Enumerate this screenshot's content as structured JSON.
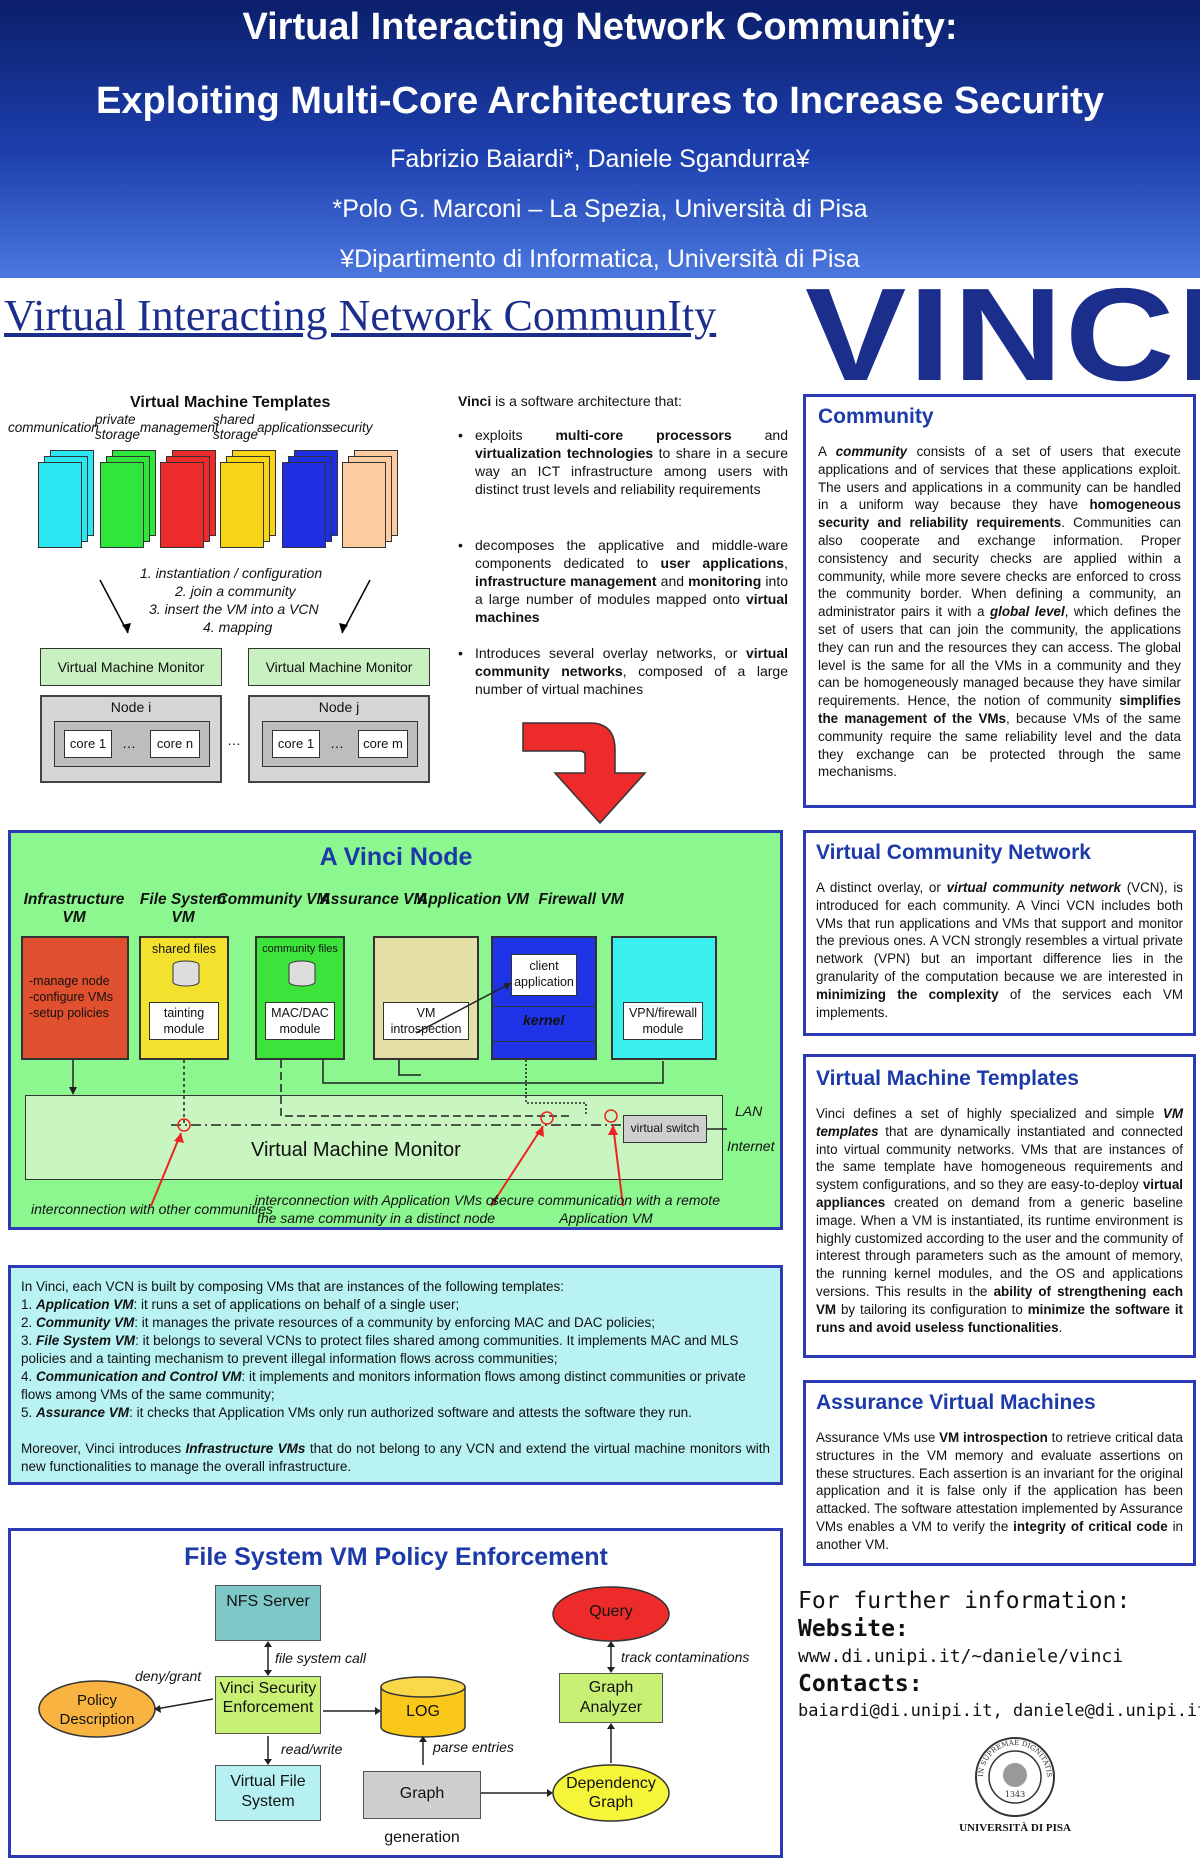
{
  "header": {
    "title_line1": "Virtual Interacting Network Community:",
    "title_line2": "Exploiting Multi-Core Architectures to Increase Security",
    "authors": "Fabrizio Baiardi*, Daniele Sgandurra¥",
    "affil1": "*Polo G. Marconi – La Spezia, Università di Pisa",
    "affil2": "¥Dipartimento di Informatica, Università di Pisa"
  },
  "banner": "Virtual Interacting Network CommunIty",
  "logo": "VINCI",
  "templates_diagram": {
    "title": "Virtual Machine Templates",
    "labels": [
      "communication",
      "private storage",
      "management",
      "shared storage",
      "applications",
      "security"
    ],
    "colors": [
      "#29e6f0",
      "#2ee63c",
      "#ee2b2b",
      "#f7d416",
      "#1d2fe0",
      "#fccca0"
    ],
    "steps": [
      "1.  instantiation / configuration",
      "2. join a community",
      "3. insert the VM into a VCN",
      "4. mapping"
    ],
    "vmm": "Virtual Machine Monitor",
    "node_i": "Node i",
    "node_j": "Node j",
    "core1": "core 1",
    "core_n": "core n",
    "core_m": "core m",
    "dots": "…"
  },
  "intro": {
    "lead_b": "Vinci",
    "lead": " is a software architecture that:",
    "b1": [
      {
        "t": "exploits "
      },
      {
        "t": "multi-core processors",
        "b": true
      },
      {
        "t": " and "
      },
      {
        "t": "virtualization technologies",
        "b": true
      },
      {
        "t": " to share in a secure way an ICT infrastructure among users with distinct trust levels and reliability requirements"
      }
    ],
    "b2": [
      {
        "t": " decomposes the applicative and middle-ware components dedicated to "
      },
      {
        "t": "user applications",
        "b": true
      },
      {
        "t": ", "
      },
      {
        "t": "infrastructure management",
        "b": true
      },
      {
        "t": " and "
      },
      {
        "t": "monitoring",
        "b": true
      },
      {
        "t": " into a large number of modules  mapped onto "
      },
      {
        "t": "virtual machines",
        "b": true
      }
    ],
    "b3": [
      {
        "t": "Introduces several overlay networks, or "
      },
      {
        "t": "virtual community networks",
        "b": true
      },
      {
        "t": ", composed of a large number of virtual machines"
      }
    ]
  },
  "community": {
    "title": "Community",
    "body": [
      {
        "t": "A "
      },
      {
        "t": "community",
        "bi": true
      },
      {
        "t": " consists of a set of users that execute applications and of services that these applications exploit. The users and applications in a community can be handled in a uniform way because they have "
      },
      {
        "t": "homogeneous security and reliability requirements",
        "b": true
      },
      {
        "t": ". Communities can also cooperate and exchange information. Proper consistency and security checks are applied within a community, while more severe checks are enforced to cross the community border. When defining a community, an administrator pairs it with a "
      },
      {
        "t": "global level",
        "bi": true
      },
      {
        "t": ", which defines the set of users that can join the community, the applications they can run and the resources they can access. The global level is the same for all the VMs in a community and they can be homogeneously managed because they have similar requirements. Hence, the notion of community "
      },
      {
        "t": "simplifies the management of the VMs",
        "b": true
      },
      {
        "t": ", because VMs of the same community require the same reliability level and the data they exchange can be protected through the same mechanisms."
      }
    ]
  },
  "vinci_node": {
    "title": "A Vinci Node",
    "vm_labels": [
      "Infrastructure VM",
      "File System VM",
      "Community VM",
      "Assurance VM",
      "Application VM",
      "Firewall VM"
    ],
    "infra_text": [
      "-manage node",
      "-configure VMs",
      "-setup policies"
    ],
    "shared_files": "shared files",
    "tainting": "tainting module",
    "community_files": "community files",
    "macdac": "MAC/DAC module",
    "introspection": "VM introspection",
    "client_app": "client application",
    "kernel": "kernel",
    "vpn": "VPN/firewall module",
    "vswitch": "virtual switch",
    "vmm": "Virtual Machine Monitor",
    "lan": "LAN",
    "internet": "Internet",
    "ann1": "interconnection with other communities",
    "ann2": "interconnection with Application VMs of the same community in a distinct node",
    "ann3": "secure communication with a remote Application VM"
  },
  "vcn_list": {
    "intro": "In Vinci, each VCN is built by composing VMs that are instances of the following templates:",
    "items": [
      [
        {
          "t": "1. "
        },
        {
          "t": "Application VM",
          "bi": true
        },
        {
          "t": ": it runs a set of applications on behalf of a single user;"
        }
      ],
      [
        {
          "t": "2. "
        },
        {
          "t": "Community VM",
          "bi": true
        },
        {
          "t": ": it manages the private resources of a community by enforcing MAC and DAC policies;"
        }
      ],
      [
        {
          "t": "3. "
        },
        {
          "t": "File System VM",
          "bi": true
        },
        {
          "t": ": it belongs to several VCNs to protect files shared among communities. It implements MAC and MLS policies and a tainting mechanism to prevent illegal information flows across communities;"
        }
      ],
      [
        {
          "t": "4. "
        },
        {
          "t": "Communication and Control VM",
          "bi": true
        },
        {
          "t": ": it implements and monitors information flows among distinct communities or private flows among VMs of the same community;"
        }
      ],
      [
        {
          "t": "5. "
        },
        {
          "t": "Assurance VM",
          "bi": true
        },
        {
          "t": ": it checks that Application VMs only run authorized software and attests the software they run."
        }
      ]
    ],
    "outro": [
      {
        "t": "Moreover, Vinci introduces "
      },
      {
        "t": "Infrastructure VMs",
        "bi": true
      },
      {
        "t": " that do not belong to any VCN and extend the virtual machine monitors with new functionalities to manage the overall infrastructure."
      }
    ]
  },
  "fs_policy": {
    "title": "File System VM Policy Enforcement",
    "nfs": "NFS Server",
    "fscall": "file system call",
    "deny": "deny/grant",
    "policy": "Policy Description",
    "vse": "Vinci Security Enforcement",
    "log": "LOG",
    "rw": "read/write",
    "vfs": "Virtual File System",
    "parse": "parse entries",
    "graphgen": "Graph generation",
    "query": "Query",
    "track": "track contaminations",
    "analyzer": "Graph Analyzer",
    "dep": "Dependency Graph"
  },
  "vcn": {
    "title": "Virtual Community Network",
    "body": [
      {
        "t": "A distinct overlay, or "
      },
      {
        "t": "virtual community network",
        "bi": true
      },
      {
        "t": " (VCN), is introduced for each community. A Vinci VCN includes both VMs that run applications and VMs that support and monitor the previous ones. A VCN strongly resembles a virtual private network (VPN) but an important difference lies in the granularity of the computation because we are interested in "
      },
      {
        "t": "minimizing the complexity",
        "b": true
      },
      {
        "t": " of the services each VM implements."
      }
    ]
  },
  "vmt": {
    "title": "Virtual Machine Templates",
    "body": [
      {
        "t": "Vinci defines a set of highly specialized and simple "
      },
      {
        "t": "VM templates",
        "bi": true
      },
      {
        "t": " that are dynamically instantiated and connected into virtual community networks. VMs that are instances of the same template have homogeneous requirements and system configurations, and so they are easy-to-deploy "
      },
      {
        "t": "virtual appliances",
        "b": true
      },
      {
        "t": " created on demand from a generic baseline image. When a VM is instantiated, its runtime environment is highly customized according to the user and the community of interest through parameters such as the amount of memory, the running kernel modules, and the OS and applications versions. This results in the "
      },
      {
        "t": "ability of strengthening each VM",
        "b": true
      },
      {
        "t": " by tailoring its configuration to "
      },
      {
        "t": "minimize the software it runs and avoid useless functionalities",
        "b": true
      },
      {
        "t": "."
      }
    ]
  },
  "avm": {
    "title": "Assurance Virtual Machines",
    "body": [
      {
        "t": "Assurance VMs use "
      },
      {
        "t": "VM introspection",
        "b": true
      },
      {
        "t": " to retrieve critical data structures in the VM memory and evaluate assertions on these structures. Each assertion is an invariant for the original application and it is false only if the application has been attacked. The software attestation implemented by Assurance VMs enables a VM to verify the "
      },
      {
        "t": "integrity of critical code",
        "b": true
      },
      {
        "t": " in another VM."
      }
    ]
  },
  "info": {
    "heading": "For further information:",
    "website_label": "Website:",
    "website": "www.di.unipi.it/~daniele/vinci",
    "contacts_label": "Contacts:",
    "contacts": "baiardi@di.unipi.it, daniele@di.unipi.it"
  },
  "seal": {
    "ring_text": "IN SUPREMAE DIGNITATIS",
    "year": "1343",
    "caption": "UNIVERSITÀ DI PISA"
  }
}
